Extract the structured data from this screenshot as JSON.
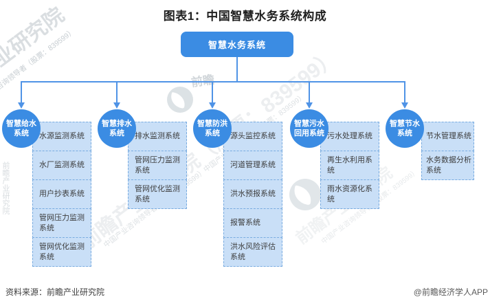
{
  "title": "图表1：中国智慧水务系统构成",
  "root": {
    "label": "智慧水务系统"
  },
  "branches": [
    {
      "label": "智慧给水\n系统",
      "children": [
        "水源监测系统",
        "水厂监测系统",
        "用户抄表系统",
        "管网压力监测系统",
        "管网优化监测系统"
      ]
    },
    {
      "label": "智慧排水\n系统",
      "children": [
        "排水监测系统",
        "管网压力监测系统",
        "管网优化监测系统"
      ]
    },
    {
      "label": "智慧防洪\n系统",
      "children": [
        "源头监控系统",
        "河道管理系统",
        "洪水预报系统",
        "报警系统",
        "洪水风险评估系统"
      ]
    },
    {
      "label": "智慧污水\n回用系统",
      "children": [
        "污水处理系统",
        "再生水利用系统",
        "雨水资源化系统"
      ]
    },
    {
      "label": "智慧节水\n系统",
      "children": [
        "节水管理系统",
        "水务数据分析系统"
      ]
    }
  ],
  "footer": {
    "source": "资料来源：前瞻产业研究院",
    "credit": "@前瞻经济学人APP"
  },
  "watermark": {
    "brand": "前瞻产业研究院",
    "brand_short": "前瞻",
    "brand_stock": "前瞻产业研究院（股票：839599）",
    "tagline": "中国产业咨询领导者（股票：839599）",
    "tagline2": "中国产业咨询领导者（股票：839599）中国产业咨询领导者（股票：839599）"
  },
  "colors": {
    "primary_blue": "#3B8CE3",
    "connector_blue": "#4F93E6",
    "child_fill": "#C9DFF7",
    "child_border": "#78ABE0"
  }
}
